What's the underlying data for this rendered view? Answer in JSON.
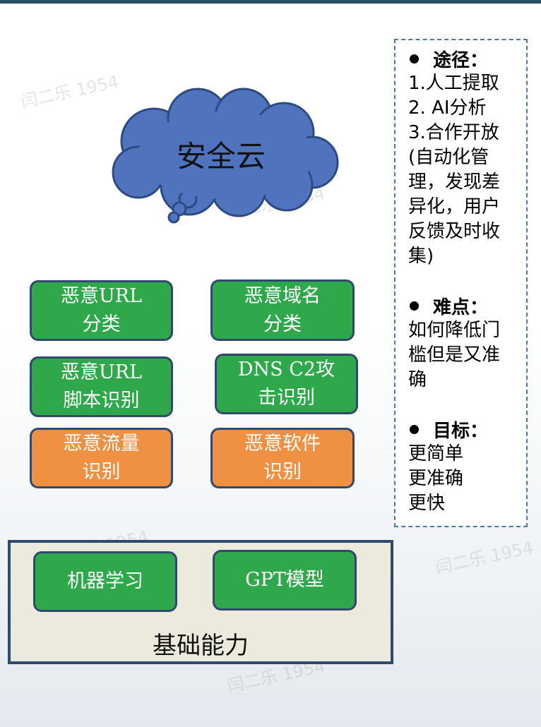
{
  "cloud": {
    "label": "安全云"
  },
  "modules": [
    {
      "line1": "恶意URL",
      "line2": "分类",
      "color": "#2fa84c"
    },
    {
      "line1": "恶意域名",
      "line2": "分类",
      "color": "#2fa84c"
    },
    {
      "line1": "恶意URL",
      "line2": "脚本识别",
      "color": "#2fa84c"
    },
    {
      "line1": "DNS C2攻",
      "line2": "击识别",
      "color": "#2fa84c"
    },
    {
      "line1": "恶意流量",
      "line2": "识别",
      "color": "#ef9042"
    },
    {
      "line1": "恶意软件",
      "line2": "识别",
      "color": "#ef9042"
    }
  ],
  "base": {
    "label": "基础能力",
    "items": [
      "机器学习",
      "GPT模型"
    ]
  },
  "side": {
    "approach": {
      "title": "途径：",
      "lines": [
        "1.人工提取",
        "2. AI分析",
        "3.合作开放",
        "(自动化管",
        "理，发现差",
        "异化，用户",
        "反馈及时收",
        "集)"
      ]
    },
    "difficulty": {
      "title": "难点：",
      "lines": [
        "如何降低门",
        "槛但是又准",
        "确"
      ]
    },
    "goal": {
      "title": "目标：",
      "lines": [
        "更简单",
        "更准确",
        "更快"
      ]
    }
  },
  "watermark": "闫二乐 1954"
}
